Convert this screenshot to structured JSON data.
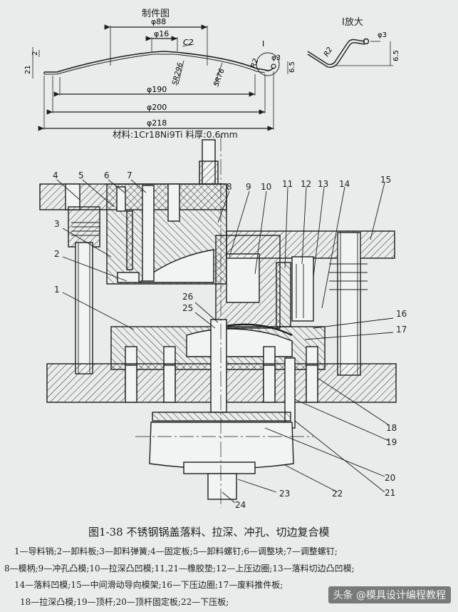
{
  "part_drawing": {
    "title": "制件图",
    "dims": {
      "d88": "φ88",
      "d16": "φ16",
      "c2": "C2",
      "d1": "I",
      "h2": "2",
      "h21": "21",
      "sr296": "SR296",
      "r2": "R2",
      "d3": "φ3",
      "sr76": "SR76",
      "h65": "6.5",
      "d190": "φ190",
      "d200": "φ200",
      "d218": "φ218"
    },
    "material": "材料:1Cr18Ni9Ti 料厚:0.6mm"
  },
  "detail": {
    "title": "I放大",
    "r2": "R2",
    "d3": "φ3",
    "h65": "6.5"
  },
  "callouts": {
    "c1": "1",
    "c2": "2",
    "c3": "3",
    "c4": "4",
    "c5": "5",
    "c6": "6",
    "c7": "7",
    "c8": "8",
    "c9": "9",
    "c10": "10",
    "c11": "11",
    "c12": "12",
    "c13": "13",
    "c14": "14",
    "c15": "15",
    "c16": "16",
    "c17": "17",
    "c18": "18",
    "c19": "19",
    "c20": "20",
    "c21": "21",
    "c22": "22",
    "c23": "23",
    "c24": "24",
    "c25": "25",
    "c26": "26"
  },
  "caption": "图1-38 不锈钢锅盖落料、拉深、冲孔、切边复合模",
  "legend": [
    "1—导料销;2—卸料板;3—卸料弹簧;4—固定板;5—卸料螺钉;6—调整块;7—调整螺钉;",
    "8—模柄;9—冲孔凸模;10—拉深凸凹模;11,21—橡胶垫;12—上压边圈;13—落料切边凸凹模;",
    "14—落料凹模;15—中间滑动导向模架;16—下压边圈;17—废料推件板;",
    "18—拉深凸模;19—顶杆;20—顶杆固定板;22—下压板;"
  ],
  "watermark": "头条 @模具设计编程教程"
}
